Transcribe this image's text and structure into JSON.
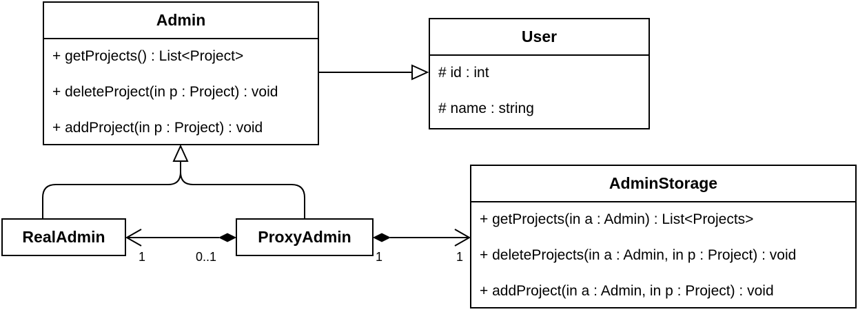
{
  "classes": {
    "admin": {
      "name": "Admin",
      "members": [
        "+ getProjects() : List<Project>",
        "+ deleteProject(in p : Project) : void",
        "+ addProject(in p : Project) : void"
      ]
    },
    "user": {
      "name": "User",
      "members": [
        "# id : int",
        "# name : string"
      ]
    },
    "admin_storage": {
      "name": "AdminStorage",
      "members": [
        "+ getProjects(in a : Admin) : List<Projects>",
        "+ deleteProjects(in a : Admin, in p : Project) : void",
        "+ addProject(in a : Admin, in p : Project) : void"
      ]
    },
    "real_admin": {
      "name": "RealAdmin"
    },
    "proxy_admin": {
      "name": "ProxyAdmin"
    }
  },
  "relations": {
    "admin_to_user": {
      "type": "generalization"
    },
    "real_admin_to_admin": {
      "type": "generalization"
    },
    "proxy_admin_to_admin": {
      "type": "generalization"
    },
    "proxy_to_real": {
      "type": "composition",
      "source_multiplicity": "0..1",
      "target_multiplicity": "1"
    },
    "proxy_to_storage": {
      "type": "composition",
      "source_multiplicity": "1",
      "target_multiplicity": "1"
    }
  }
}
